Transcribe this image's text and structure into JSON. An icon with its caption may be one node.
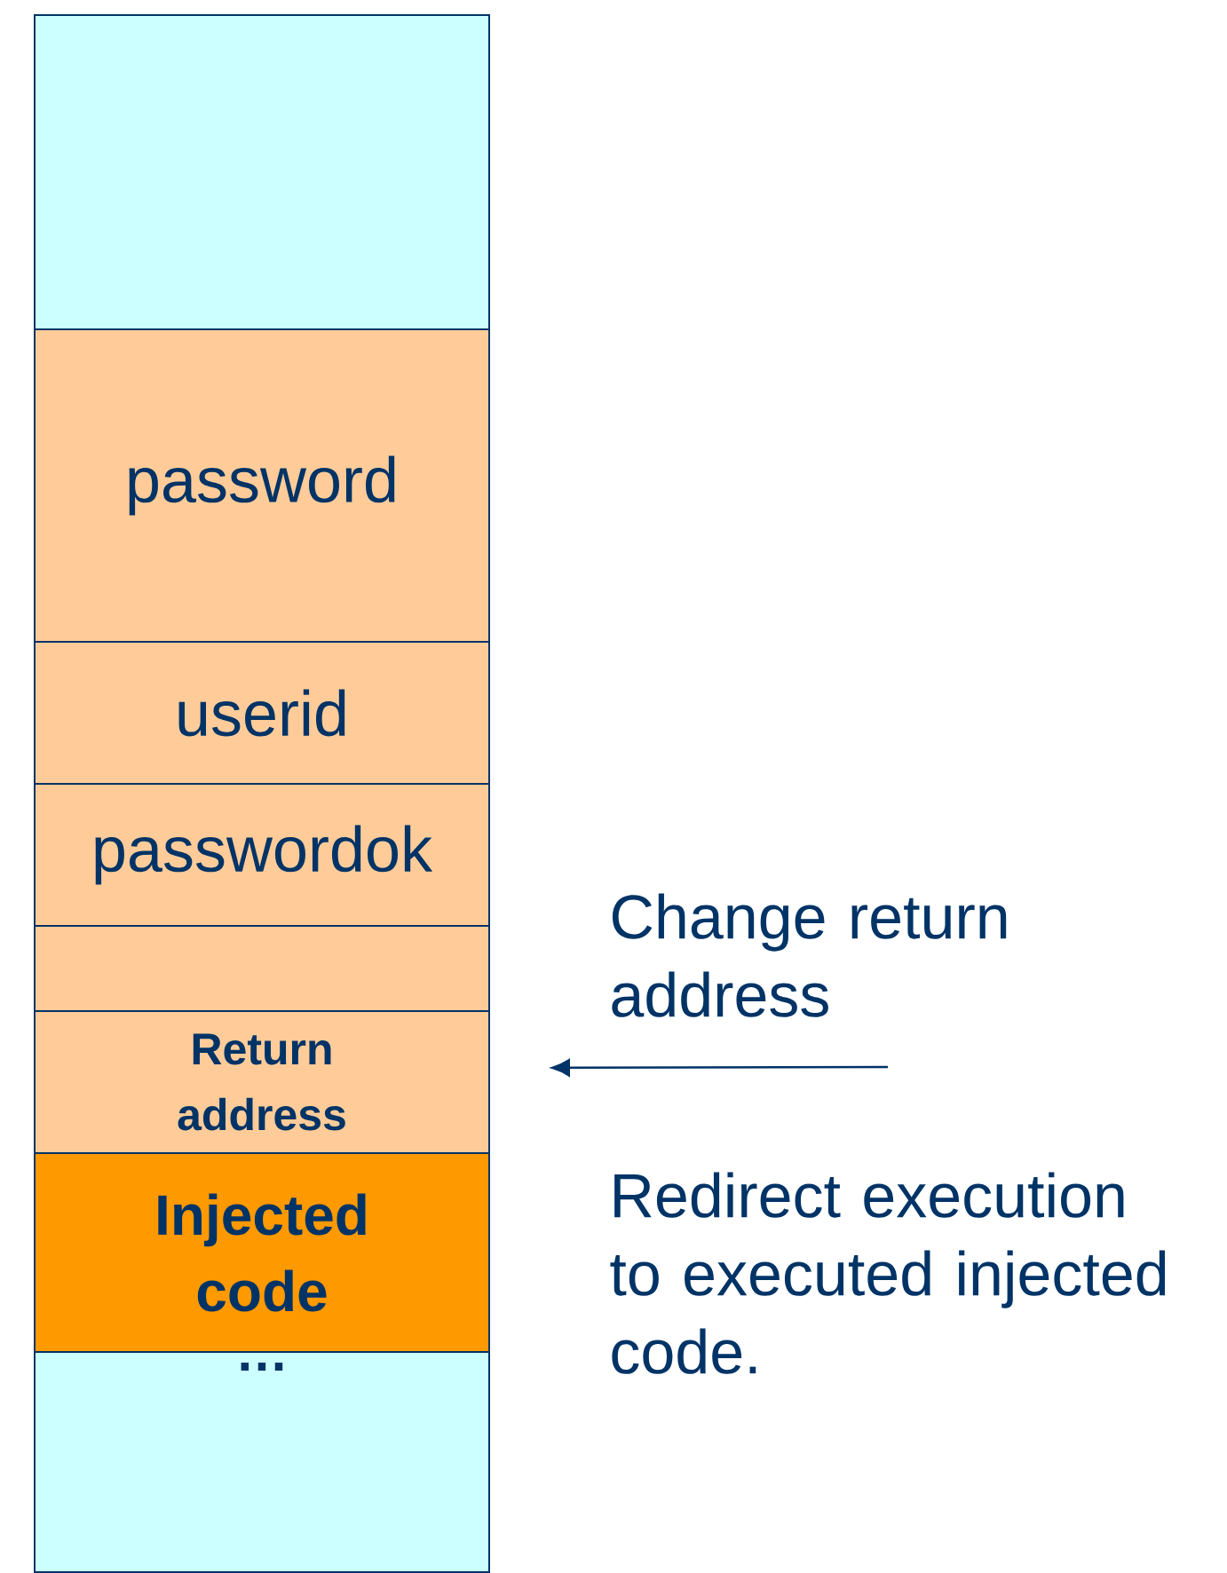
{
  "diagram": {
    "nodes": [
      {
        "text": [],
        "shape": "box"
      },
      {
        "text": [
          "password"
        ]
      },
      {
        "text": [
          "userid"
        ]
      },
      {
        "text": [
          "passwordok"
        ]
      },
      {
        "text": [],
        "shape": "box"
      },
      {
        "text": [
          "Return address"
        ]
      },
      {
        "text": [
          "Injected code"
        ]
      },
      {
        "text": [
          "…"
        ]
      }
    ],
    "edges": [
      {
        "from": null,
        "to": 5,
        "arrow": "to"
      }
    ],
    "labels": [
      "Change return address",
      "Redirect execution to executed injected code."
    ]
  }
}
